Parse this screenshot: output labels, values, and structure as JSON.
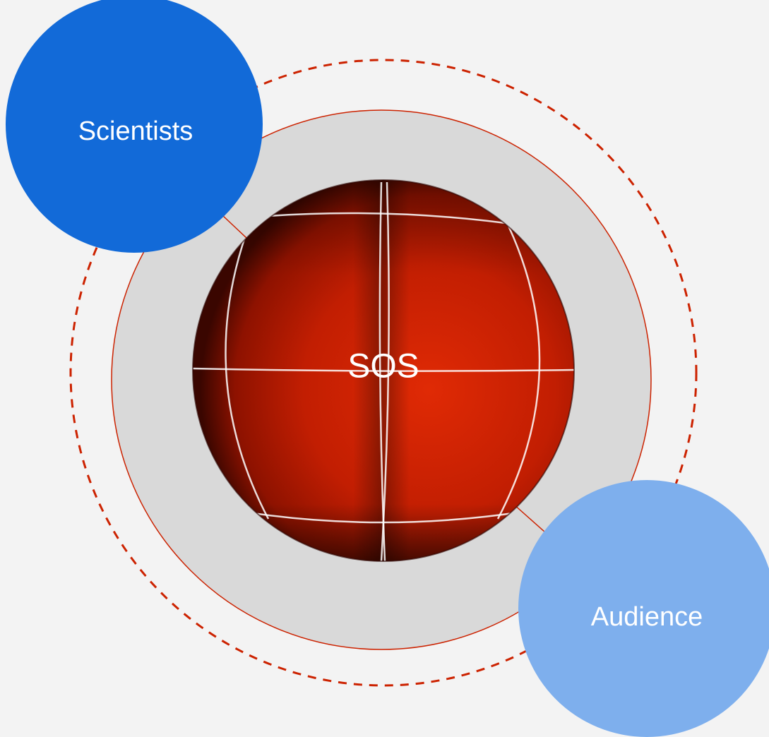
{
  "diagram": {
    "center": {
      "label": "SOS"
    },
    "nodes": [
      {
        "id": "scientists",
        "label": "Scientists"
      },
      {
        "id": "audience",
        "label": "Audience"
      }
    ]
  },
  "colors": {
    "background": "#f3f3f3",
    "ring_fill": "#d9d9d9",
    "accent_red": "#cc2200",
    "scientists_fill": "#126ad8",
    "audience_fill": "#7eafed",
    "text": "#ffffff"
  }
}
